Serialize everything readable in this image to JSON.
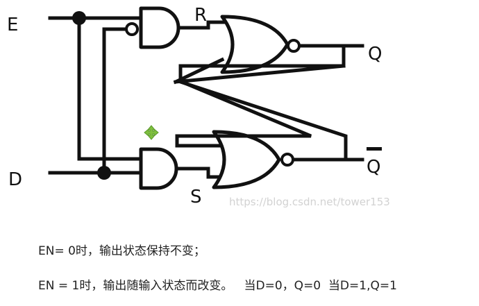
{
  "diagram": {
    "labels": {
      "e": "E",
      "d": "D",
      "r": "R",
      "s": "S",
      "q": "Q",
      "q_bar": "Q"
    },
    "watermark": "https://blog.csdn.net/tower153"
  },
  "notes": {
    "line1": "EN= 0时，输出状态保持不变；",
    "line2": "EN = 1时，输出随输入状态而改变。   当D=0，Q=0  当D=1,Q=1"
  }
}
